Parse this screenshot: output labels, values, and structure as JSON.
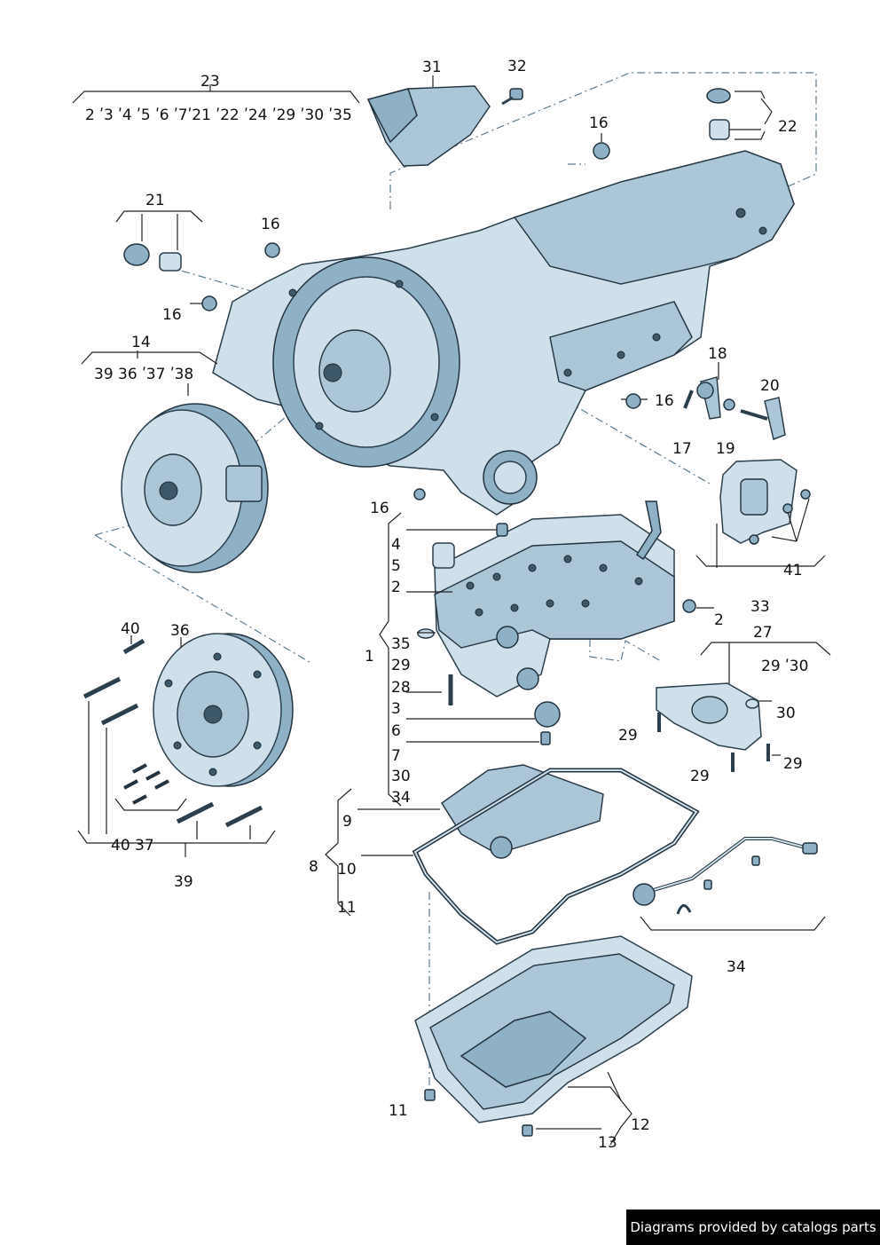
{
  "footer": "Diagrams provided by catalogs parts",
  "callouts": {
    "c31": "31",
    "c32": "32",
    "c23": "23",
    "c23list": "2 ʹ3 ʹ4 ʹ5 ʹ6 ʹ7ʹ21 ʹ22 ʹ24 ʹ29 ʹ30 ʹ35",
    "c22": "22",
    "c16a": "16",
    "c21": "21",
    "c16b": "16",
    "c16c": "16",
    "c14": "14",
    "c14list": "39 36 ʹ37 ʹ38",
    "c18": "18",
    "c20": "20",
    "c16d": "16",
    "c17": "17",
    "c19": "19",
    "c16e": "16",
    "c4": "4",
    "c5": "5",
    "c2a": "2",
    "c1": "1",
    "c35": "35",
    "c29a": "29",
    "c28": "28",
    "c3": "3",
    "c6": "6",
    "c7": "7",
    "c30a": "30",
    "c34a": "34",
    "c41": "41",
    "c33": "33",
    "c2b": "2",
    "c27": "27",
    "c2930": "29 ʹ30",
    "c30b": "30",
    "c29b": "29",
    "c29c": "29",
    "c29d": "29",
    "c40a": "40",
    "c36": "36",
    "c4037": "40 37",
    "c39": "39",
    "c9": "9",
    "c8": "8",
    "c10": "10",
    "c11a": "11",
    "c34b": "34",
    "c11b": "11",
    "c12": "12",
    "c13": "13"
  }
}
